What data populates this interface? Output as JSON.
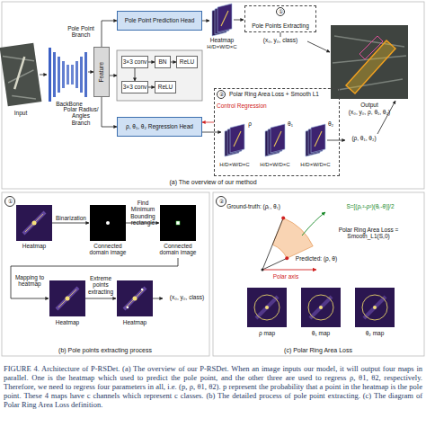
{
  "diagram": {
    "caption": "FIGURE 4. Architecture of P-RSDet. (a) The overview of our P-RSDet. When an image inputs our model, it will output four maps in parallel. One is the heatmap which used to predict the pole point, and the other three are used to regress ρ, θ1, θ2, respectively. Therefore, we need to regress four parameters in all, i.e. (p, ρ, θ1, θ2). p represent the probability that a point in the heatmap is the pole point. These 4 maps have c channels which represent c classes. (b) The detailed process of pole point extracting. (c) The diagram of Polar Ring Area Loss definition.",
    "nodes": [
      {
        "text": [
          "Feature"
        ]
      },
      {
        "text": [
          "Pole Point Prediction Head"
        ]
      },
      {
        "text": [
          "Pole Points Extracting"
        ]
      },
      {
        "text": [
          "①"
        ],
        "in": 2
      },
      {
        "text": [
          "3×3 conv"
        ]
      },
      {
        "text": [
          "BN"
        ]
      },
      {
        "text": [
          "ReLU"
        ]
      },
      {
        "text": [
          "3×3 conv"
        ]
      },
      {
        "text": [
          "ReLU"
        ]
      },
      {
        "text": [
          "ρ, θ₁, θ₂ Regression Head"
        ]
      },
      {
        "text": [
          "Polar Ring Area Loss + Smooth L1"
        ]
      },
      {
        "text": [
          "②"
        ],
        "in": 10
      },
      {
        "text": [
          "①"
        ]
      },
      {
        "text": [
          "②"
        ]
      }
    ],
    "edges": [
      {
        "from": 0,
        "to": 1,
        "arrow": "to"
      },
      {
        "from": 0,
        "to": 9,
        "arrow": "to"
      },
      {
        "from": 4,
        "to": 5,
        "arrow": "to"
      },
      {
        "from": 5,
        "to": 6,
        "arrow": "to"
      },
      {
        "from": 7,
        "to": 8,
        "arrow": "to"
      },
      {
        "from": 10,
        "to": 9,
        "label": "Control Regression",
        "arrow": "to"
      }
    ],
    "labels": [
      "Input",
      "BackBone",
      "Pole Point Branch",
      "Heatmap",
      "H/D×W/D×C",
      "(x₀, y₀, class)",
      "Output",
      "(x₀, y₀, ρ, θ₁, θ₂)",
      "Polar Radius/ Angles Branch",
      "ρ",
      "θ₁",
      "θ₂",
      "H/D×W/D×C",
      "H/D×W/D×C",
      "H/D×W/D×C",
      "(ρ, θ₁, θ₂)",
      "(a) The overview of our method",
      "Heatmap",
      "Binarization",
      "Connected domain image",
      "Find Minimum Bounding rectangle",
      "Connected domain image",
      "Mapping to heatmap",
      "Heatmap",
      "Extreme points extracting",
      "Heatmap",
      "(x₀, y₀, class)",
      "(b) Pole points extracting process",
      "Ground-truth: (ρₜ, θₜ)",
      "S=[(ρₜ²-ρ²)(θₜ-θ)]/2",
      "Polar Ring Area Loss = Smooth_L1(S,0)",
      "Predicted: (ρ, θ)",
      "Polar axis",
      "ρ map",
      "θ₁ map",
      "θ₂ map",
      "(c) Polar Ring Area Loss"
    ]
  }
}
